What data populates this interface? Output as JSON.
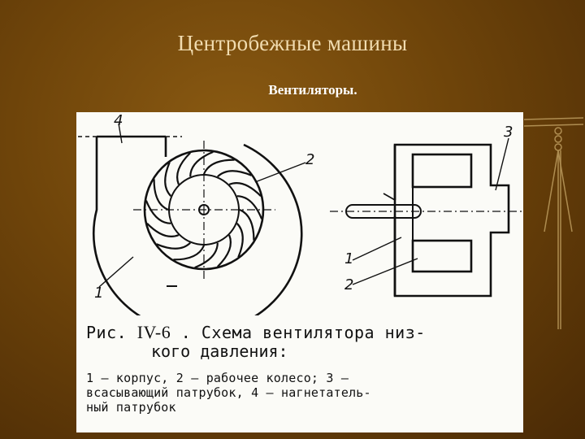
{
  "slide": {
    "title": "Центробежные машины",
    "subtitle": "Вентиляторы."
  },
  "figure": {
    "caption_prefix": "Рис.",
    "caption_number": "IV-6",
    "caption_line1": ". Схема вентилятора низ-",
    "caption_line2": "кого давления:",
    "legend_line1": "1 — корпус,  2 — рабочее  колесо;  3 —",
    "legend_line2": "всасывающий патрубок, 4 — нагнетатель-",
    "legend_line3": "ный патрубок",
    "labels": {
      "front_housing": "1",
      "front_impeller": "2",
      "front_outlet": "4",
      "side_housing": "1",
      "side_impeller": "2",
      "side_inlet": "3"
    }
  },
  "colors": {
    "background": "#6e440a",
    "title": "#f1dcb0",
    "subtitle": "#ffffff",
    "figure_bg": "#fbfbf7",
    "ink": "#111111"
  }
}
